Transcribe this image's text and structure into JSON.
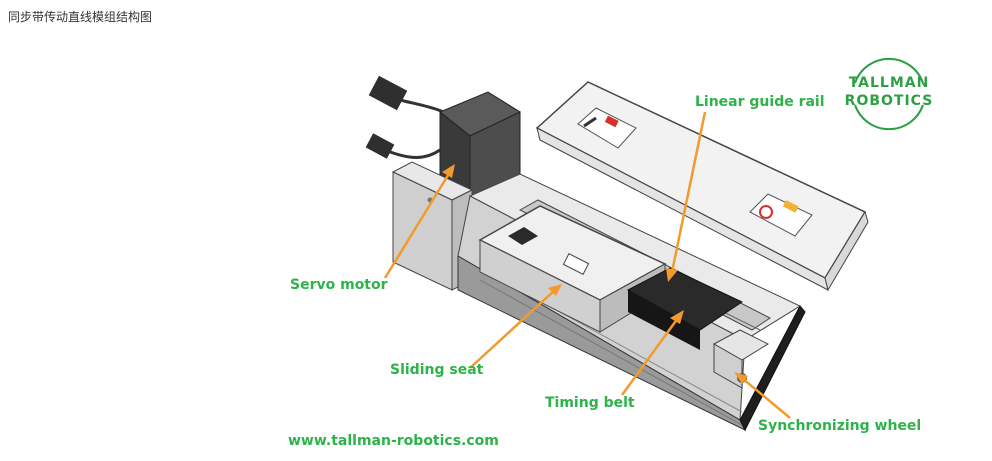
{
  "caption": "同步带传动直线模组结构图",
  "labels": {
    "linear_guide_rail": "Linear guide rail",
    "servo_motor": "Servo motor",
    "sliding_seat": "Sliding seat",
    "timing_belt": "Timing belt",
    "synchronizing_wheel": "Synchronizing wheel",
    "website": "www.tallman-robotics.com"
  },
  "logo": {
    "line1": "TALLMAN",
    "line2": "ROBOTICS"
  },
  "colors": {
    "label": "#2db34a",
    "arrow": "#f39a2c",
    "logo": "#2d9f45"
  }
}
